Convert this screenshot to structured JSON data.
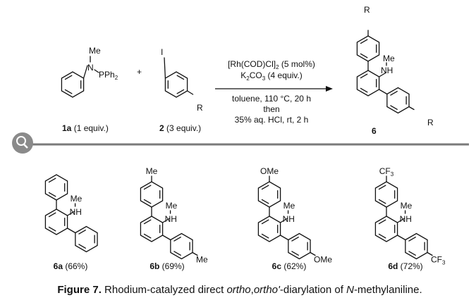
{
  "scheme": {
    "reactant_1": {
      "n_label": "N",
      "me": "Me",
      "pph": "PPh",
      "pph_sub": "2",
      "id": "1a",
      "amount": " (1 equiv.)"
    },
    "plus": "+",
    "reactant_2": {
      "i": "I",
      "r": "R",
      "id": "2",
      "amount": " (3 equiv.)"
    },
    "conditions": {
      "catalyst": "[Rh(COD)Cl]",
      "catalyst_sub": "2",
      "catalyst_amount": " (5 mol%)",
      "base_k": "K",
      "base_k_sub": "2",
      "base_co": "CO",
      "base_co_sub": "3",
      "base_amount": " (4 equiv.)",
      "line3": "toluene, 110 °C, 20 h",
      "line4": "then",
      "line5": "35% aq. HCl, rt, 2 h"
    },
    "product": {
      "id": "6",
      "r_top": "R",
      "r_bottom": "R",
      "me": "Me",
      "nh": "NH"
    }
  },
  "products": [
    {
      "id": "6a",
      "yield": " (66%)",
      "sub_main": "",
      "sub_sub": ""
    },
    {
      "id": "6b",
      "yield": " (69%)",
      "sub_main": "Me",
      "sub_sub": ""
    },
    {
      "id": "6c",
      "yield": " (62%)",
      "sub_main": "OMe",
      "sub_sub": ""
    },
    {
      "id": "6d",
      "yield": " (72%)",
      "sub_main": "CF",
      "sub_sub": "3"
    }
  ],
  "labels": {
    "me": "Me",
    "nh": "NH"
  },
  "caption": {
    "bold": "Figure 7.",
    "p1": " Rhodium-catalyzed direct ",
    "it1": "ortho",
    "p2": ",",
    "it2": "ortho'",
    "p3": "-diarylation of ",
    "it3": "N",
    "p4": "-methylaniline."
  },
  "colors": {
    "divider": "#7a7a7a",
    "ink": "#111111"
  }
}
